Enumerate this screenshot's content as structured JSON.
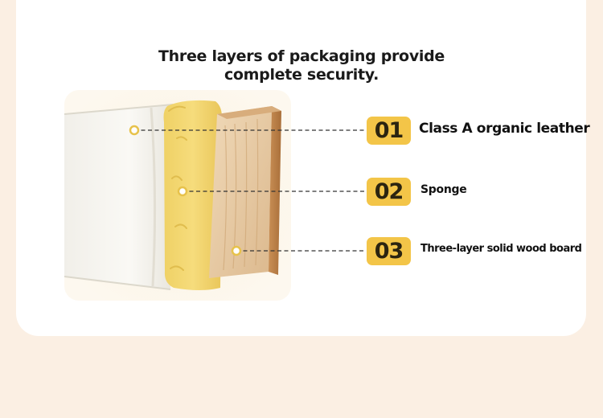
{
  "title": {
    "line1": "Three layers of packaging provide",
    "line2": "complete security."
  },
  "layers": [
    {
      "number": "01",
      "label": "Class A organic leather"
    },
    {
      "number": "02",
      "label": "Sponge"
    },
    {
      "number": "03",
      "label": "Three-layer solid wood board"
    }
  ],
  "colors": {
    "page_background": "#fbefe3",
    "card_background": "#ffffff",
    "badge": "#f3c548",
    "leather": "#f6f4ee",
    "sponge": "#f2d770",
    "wood": "#e6c8a0"
  }
}
